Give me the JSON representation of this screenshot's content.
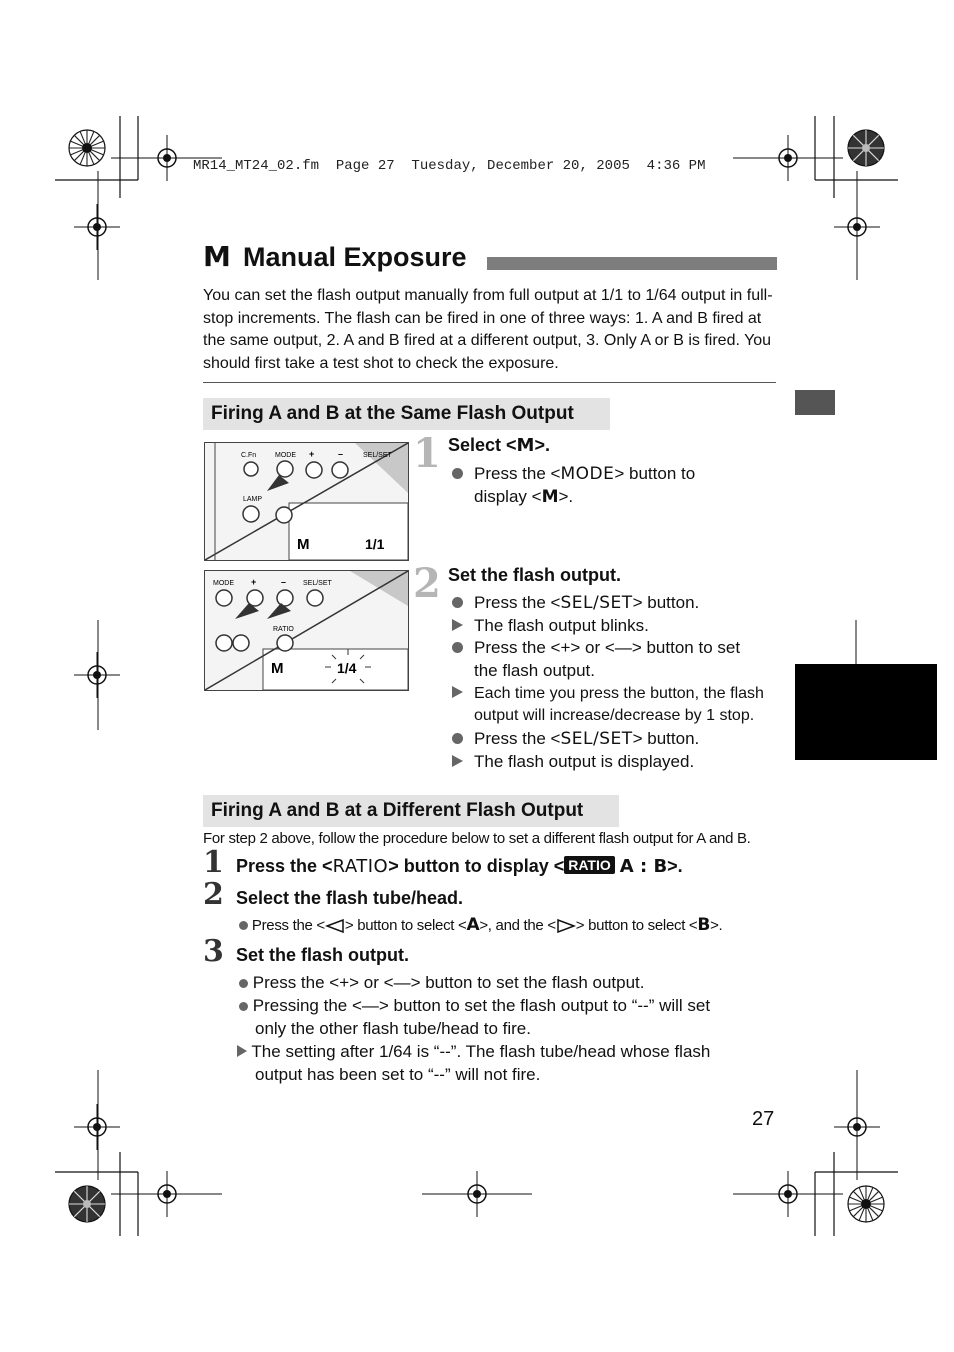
{
  "header": {
    "print_line": "MR14_MT24_02.fm  Page 27  Tuesday, December 20, 2005  4:36 PM"
  },
  "title": {
    "symbol": "M",
    "text": "Manual Exposure"
  },
  "intro": "You can set the flash output manually from full output at 1/1 to 1/64 output in full-stop increments. The flash can be fired in one of three ways: 1. A and B fired at the same output, 2. A and B fired at a different output, 3. Only A or B is fired. You should first take a test shot to check the exposure.",
  "section1": {
    "heading": "Firing A and B at the Same Flash Output",
    "step1": {
      "num": "1",
      "title_pre": "Select <",
      "title_symbol": "M",
      "title_post": ">.",
      "b1_pre": "Press the <",
      "b1_glyph": "MODE",
      "b1_post": "> button to",
      "b1_line2_pre": "display <",
      "b1_line2_symbol": "M",
      "b1_line2_post": ">."
    },
    "step2": {
      "num": "2",
      "title": "Set the flash output.",
      "i1_pre": "Press the <",
      "i1_glyph": "SEL/SET",
      "i1_post": "> button.",
      "i2": "The flash output blinks.",
      "i3_pre": "Press the <",
      "i3_glyph_plus": "+",
      "i3_mid": "> or <",
      "i3_glyph_minus": "—",
      "i3_post": "> button to set",
      "i3_line2": "the flash output.",
      "i4_line1": "Each time you press the button, the flash",
      "i4_line2": "output will increase/decrease by 1 stop.",
      "i5_pre": "Press the <",
      "i5_glyph": "SEL/SET",
      "i5_post": "> button.",
      "i6": "The flash output is displayed."
    },
    "fig1": {
      "labels": [
        "C.Fn",
        "MODE",
        "+",
        "–",
        "SEL/SET",
        "LAMP"
      ],
      "lcd_mode": "M",
      "lcd_value": "1/1"
    },
    "fig2": {
      "labels": [
        "MODE",
        "+",
        "–",
        "SEL/SET",
        "RATIO"
      ],
      "lcd_mode": "M",
      "lcd_value": "1/4"
    }
  },
  "section2": {
    "heading": "Firing A and B at a Different Flash Output",
    "lead": "For step 2 above, follow the procedure below to set a different flash output for A and B.",
    "step1": {
      "num": "1",
      "pre": "Press the <",
      "glyph": "RATIO",
      "mid": "> button to display <",
      "badge": "RATIO",
      "ab": "A : B",
      "post": ">."
    },
    "step2": {
      "num": "2",
      "title": "Select the flash tube/head.",
      "item_pre": "Press the <",
      "item_mid1": "> button to select <",
      "item_a": "A",
      "item_mid2": ">, and the <",
      "item_mid3": "> button to select <",
      "item_b": "B",
      "item_post": ">."
    },
    "step3": {
      "num": "3",
      "title": "Set the flash output.",
      "i1_pre": "Press the <",
      "i1_plus": "+",
      "i1_mid": "> or <",
      "i1_minus": "—",
      "i1_post": "> button to set the flash output.",
      "i2_pre": "Pressing the <",
      "i2_minus": "—",
      "i2_post": "> button to set the flash output to “--” will set",
      "i2_line2": "only the other flash tube/head to fire.",
      "i3_line1": "The setting after 1/64 is “--”. The flash tube/head whose flash",
      "i3_line2": "output has been set to “--” will not fire."
    }
  },
  "page_number": "27"
}
